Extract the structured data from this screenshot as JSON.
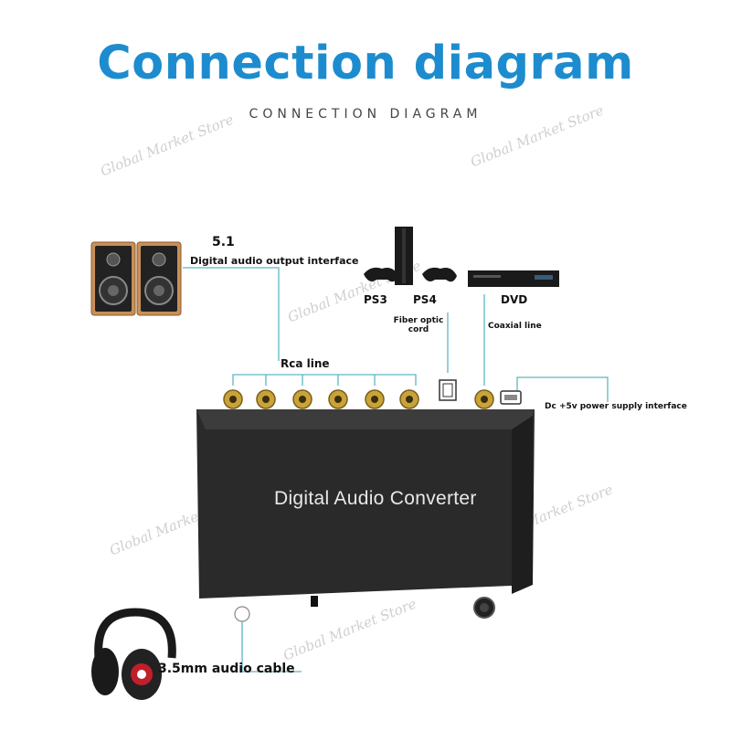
{
  "header": {
    "title": "Connection diagram",
    "subtitle": "CONNECTION DIAGRAM"
  },
  "labels": {
    "channels": "5.1",
    "digital_output": "Digital audio output interface",
    "rca_line": "Rca line",
    "ps3": "PS3",
    "ps4": "PS4",
    "dvd": "DVD",
    "fiber_optic_line1": "Fiber optic",
    "fiber_optic_line2": "cord",
    "coaxial": "Coaxial line",
    "power": "Dc +5v power supply interface",
    "audio_cable": "3.5mm audio cable"
  },
  "device": {
    "name": "Digital Audio Converter"
  },
  "watermark": {
    "text": "Global Market Store"
  },
  "colors": {
    "title": "#1d8ccf",
    "connector_line": "#5bb8c4",
    "device_body": "#2a2a2a",
    "rca_gold": "#c9a33a"
  }
}
